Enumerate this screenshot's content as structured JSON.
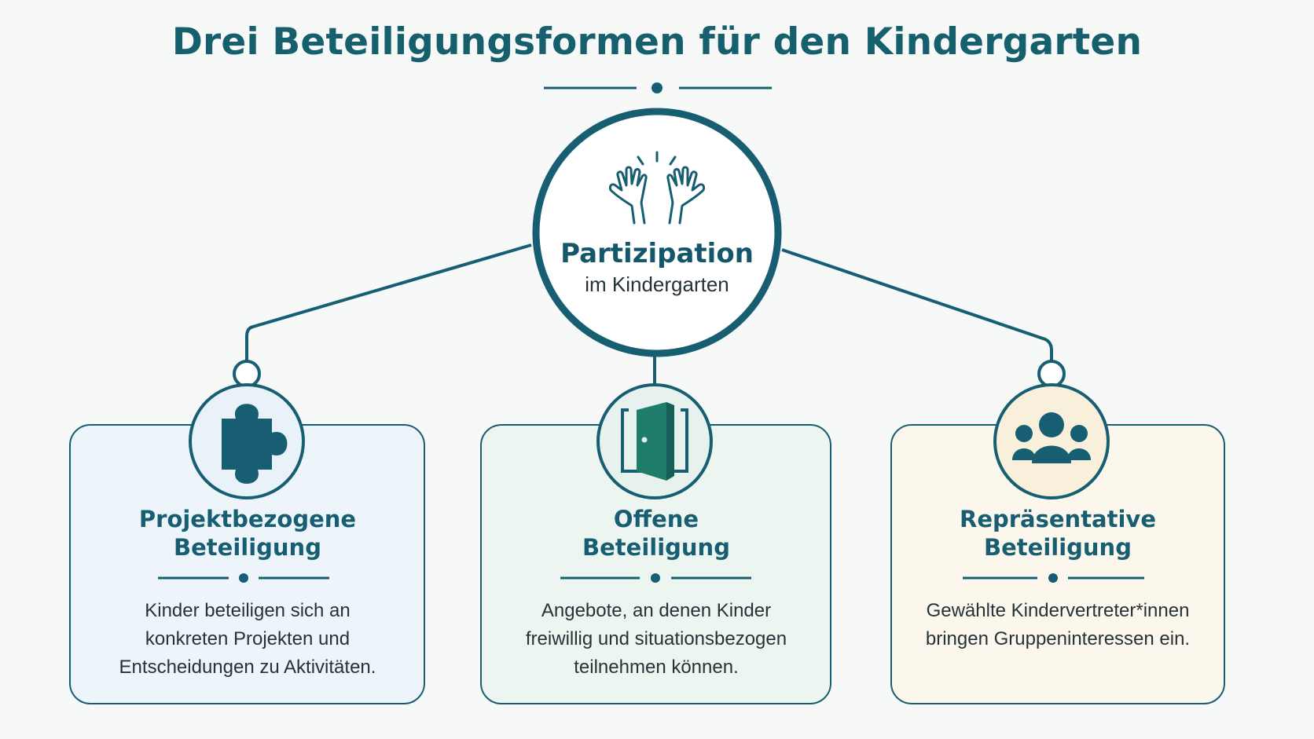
{
  "title": "Drei Beteiligungsformen für den Kindergarten",
  "colors": {
    "primary": "#175e72",
    "card_blue_bg": "#edf5fb",
    "card_green_bg": "#edf5f1",
    "card_beige_bg": "#fbf7ec",
    "door_green": "#1f7d6c",
    "accent_dark": "#0f5567"
  },
  "center": {
    "icon": "raised-hands-icon",
    "title": "Partizipation",
    "subtitle": "im Kindergarten"
  },
  "cards": [
    {
      "icon": "puzzle-piece-icon",
      "title_lines": [
        "Projektbezogene",
        "Beteiligung"
      ],
      "text_lines": [
        "Kinder beteiligen sich an",
        "konkreten Projekten und",
        "Entscheidungen zu Aktivitäten."
      ]
    },
    {
      "icon": "open-door-icon",
      "title_lines": [
        "Offene",
        "Beteiligung"
      ],
      "text_lines": [
        "Angebote, an denen Kinder",
        "freiwillig und situationsbezogen",
        "teilnehmen können."
      ]
    },
    {
      "icon": "group-icon",
      "title_lines": [
        "Repräsentative",
        "Beteiligung"
      ],
      "text_lines": [
        "Gewählte Kindervertreter*innen",
        "bringen Gruppeninteressen ein."
      ]
    }
  ]
}
